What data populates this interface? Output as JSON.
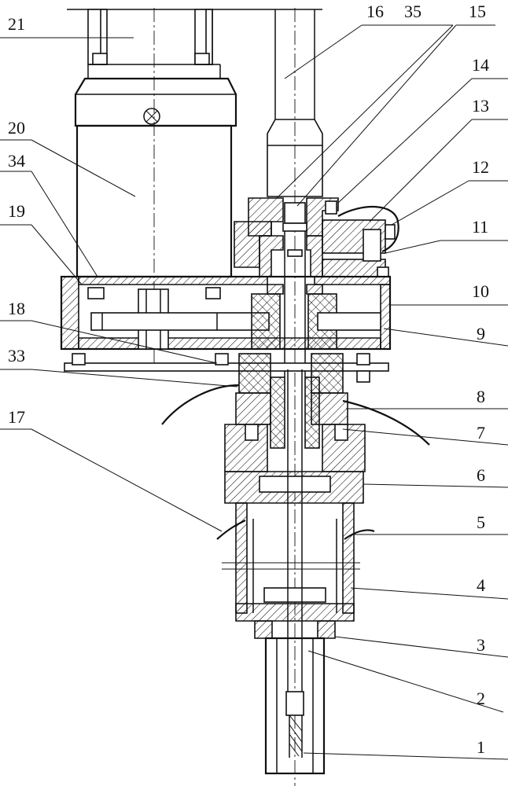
{
  "labels": {
    "l1": "1",
    "l2": "2",
    "l3": "3",
    "l4": "4",
    "l5": "5",
    "l6": "6",
    "l7": "7",
    "l8": "8",
    "l9": "9",
    "l10": "10",
    "l11": "11",
    "l12": "12",
    "l13": "13",
    "l14": "14",
    "l15": "15",
    "l16": "16",
    "l17": "17",
    "l18": "18",
    "l19": "19",
    "l20": "20",
    "l21": "21",
    "l33": "33",
    "l34": "34",
    "l35": "35"
  }
}
